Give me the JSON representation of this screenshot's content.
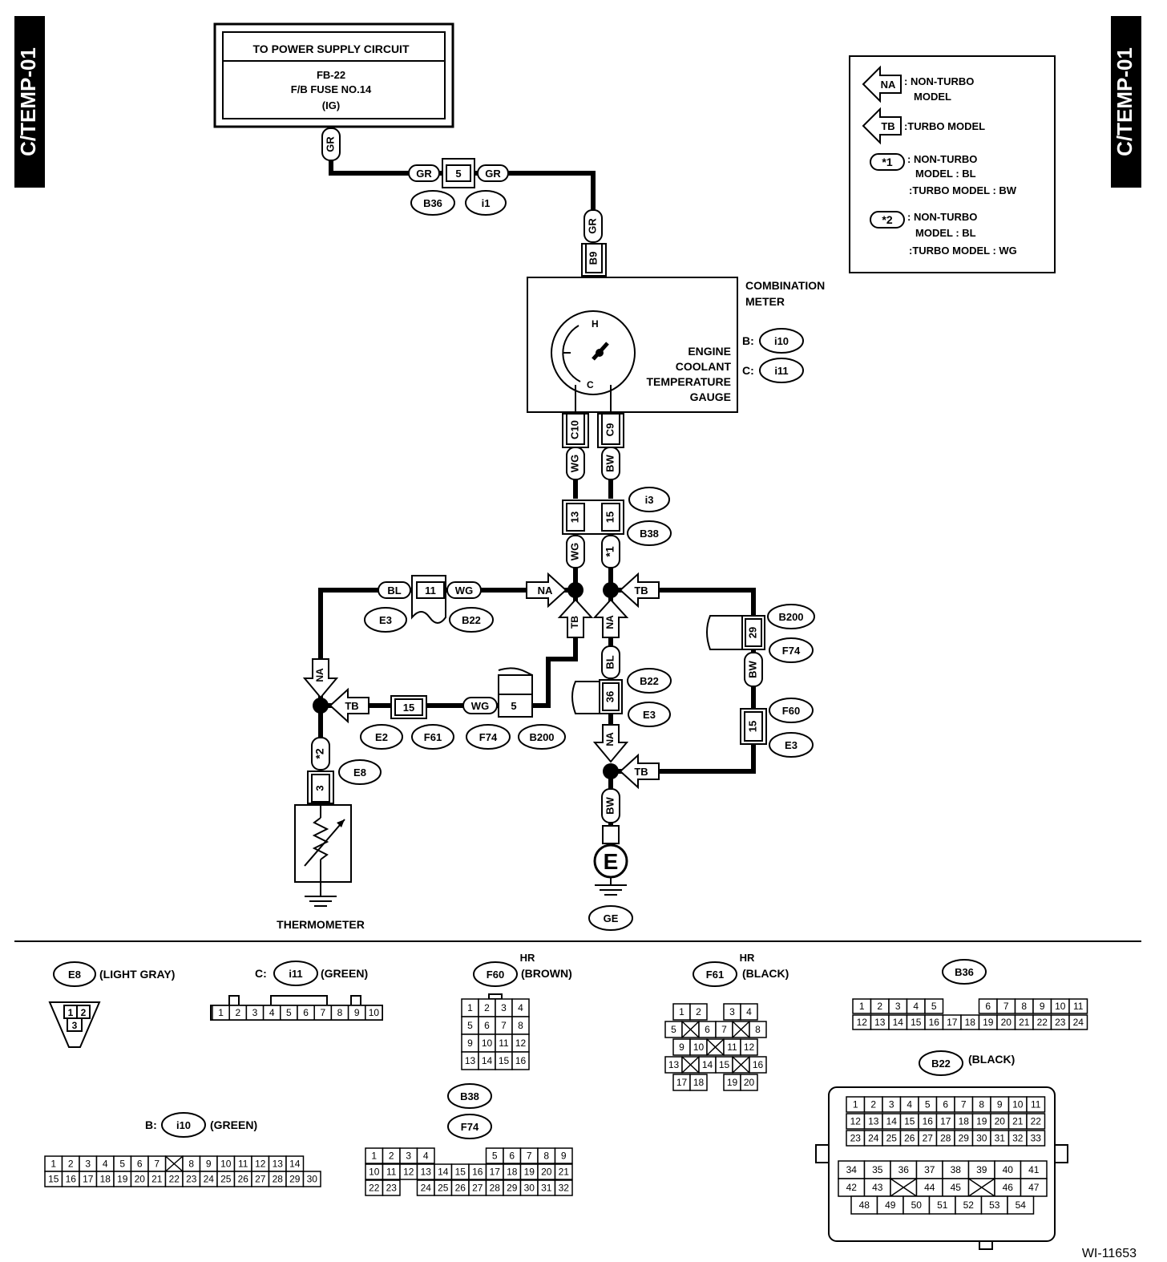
{
  "side_label_left": "C/TEMP-01",
  "side_label_right": "C/TEMP-01",
  "figure_id": "WI-11653",
  "power_box": {
    "title": "TO POWER SUPPLY CIRCUIT",
    "line1": "FB-22",
    "line2": "F/B FUSE NO.14",
    "line3": "(IG)"
  },
  "legend": {
    "na_badge": "NA",
    "na_text1": ": NON-TURBO",
    "na_text2": "MODEL",
    "tb_badge": "TB",
    "tb_text": ":TURBO MODEL",
    "s1_badge": "*1",
    "s1_text1": ": NON-TURBO",
    "s1_text2": "MODEL : BL",
    "s1_text3": ":TURBO MODEL : BW",
    "s2_badge": "*2",
    "s2_text1": ": NON-TURBO",
    "s2_text2": "MODEL : BL",
    "s2_text3": ":TURBO MODEL : WG"
  },
  "meter": {
    "title1": "COMBINATION",
    "title2": "METER",
    "gauge1": "ENGINE",
    "gauge2": "COOLANT",
    "gauge3": "TEMPERATURE",
    "gauge4": "GAUGE",
    "h": "H",
    "c": "C",
    "b_prefix": "B:",
    "b_conn": "i10",
    "c_prefix": "C:",
    "c_conn": "i11"
  },
  "wires": {
    "gr": "GR",
    "wg": "WG",
    "bw": "BW",
    "bl": "BL",
    "na": "NA",
    "tb": "TB",
    "star1": "*1",
    "star2": "*2"
  },
  "pins": {
    "p5": "5",
    "b9": "B9",
    "c10": "C10",
    "c9": "C9",
    "p13": "13",
    "p15": "15",
    "p11": "11",
    "p29": "29",
    "p36": "36",
    "p3": "3"
  },
  "conn_labels": {
    "b36": "B36",
    "i1": "i1",
    "i3": "i3",
    "b38": "B38",
    "e3": "E3",
    "b22": "B22",
    "b200": "B200",
    "f74": "F74",
    "f60": "F60",
    "e2": "E2",
    "f61": "F61",
    "e8": "E8",
    "ge": "GE"
  },
  "thermometer": "THERMOMETER",
  "ground_symbol": "E",
  "connectors": {
    "e8": {
      "name": "E8",
      "desc": "(LIGHT GRAY)",
      "pins": [
        "1",
        "2",
        "3"
      ]
    },
    "i11": {
      "prefix": "C:",
      "name": "i11",
      "desc": "(GREEN)",
      "pins": [
        "1",
        "2",
        "3",
        "4",
        "5",
        "6",
        "7",
        "8",
        "9",
        "10"
      ]
    },
    "f60": {
      "hr": "HR",
      "name": "F60",
      "desc": "(BROWN)",
      "pins": [
        "1",
        "2",
        "3",
        "4",
        "5",
        "6",
        "7",
        "8",
        "9",
        "10",
        "11",
        "12",
        "13",
        "14",
        "15",
        "16"
      ]
    },
    "f61": {
      "hr": "HR",
      "name": "F61",
      "desc": "(BLACK)",
      "pins": [
        "1",
        "2",
        "3",
        "4",
        "5",
        "6",
        "7",
        "8",
        "9",
        "10",
        "11",
        "12",
        "13",
        "14",
        "15",
        "16",
        "17",
        "18",
        "19",
        "20"
      ]
    },
    "b36": {
      "name": "B36",
      "row1": [
        "1",
        "2",
        "3",
        "4",
        "5",
        "6",
        "7",
        "8",
        "9",
        "10",
        "11"
      ],
      "row2": [
        "12",
        "13",
        "14",
        "15",
        "16",
        "17",
        "18",
        "19",
        "20",
        "21",
        "22",
        "23",
        "24"
      ]
    },
    "b22": {
      "name": "B22",
      "desc": "(BLACK)",
      "row1": [
        "1",
        "2",
        "3",
        "4",
        "5",
        "6",
        "7",
        "8",
        "9",
        "10",
        "11"
      ],
      "row2": [
        "12",
        "13",
        "14",
        "15",
        "16",
        "17",
        "18",
        "19",
        "20",
        "21",
        "22"
      ],
      "row3": [
        "23",
        "24",
        "25",
        "26",
        "27",
        "28",
        "29",
        "30",
        "31",
        "32",
        "33"
      ],
      "row4": [
        "34",
        "35",
        "36",
        "37",
        "38",
        "39",
        "40",
        "41"
      ],
      "row5": [
        "42",
        "43",
        "44",
        "45",
        "46",
        "47"
      ],
      "row6": [
        "48",
        "49",
        "50",
        "51",
        "52",
        "53",
        "54"
      ]
    },
    "i10": {
      "prefix": "B:",
      "name": "i10",
      "desc": "(GREEN)",
      "row1": [
        "1",
        "2",
        "3",
        "4",
        "5",
        "6",
        "7",
        "8",
        "9",
        "10",
        "11",
        "12",
        "13",
        "14"
      ],
      "row2": [
        "15",
        "16",
        "17",
        "18",
        "19",
        "20",
        "21",
        "22",
        "23",
        "24",
        "25",
        "26",
        "27",
        "28",
        "29",
        "30"
      ]
    },
    "b38f74": {
      "name1": "B38",
      "name2": "F74",
      "row1": [
        "1",
        "2",
        "3",
        "4",
        "5",
        "6",
        "7",
        "8",
        "9"
      ],
      "row2": [
        "10",
        "11",
        "12",
        "13",
        "14",
        "15",
        "16",
        "17",
        "18",
        "19",
        "20",
        "21"
      ],
      "row3": [
        "22",
        "23",
        "24",
        "25",
        "26",
        "27",
        "28",
        "29",
        "30",
        "31",
        "32"
      ]
    }
  }
}
